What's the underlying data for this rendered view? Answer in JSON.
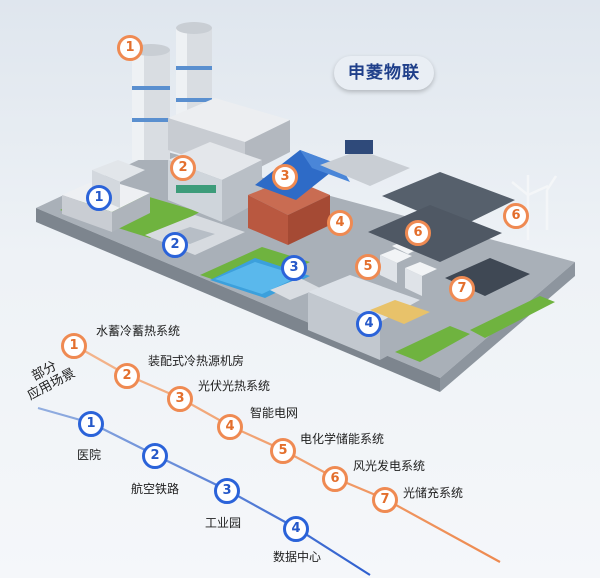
{
  "brand": "申菱物联",
  "side_label": [
    "部分",
    "应用场景"
  ],
  "systems": [
    {
      "n": "1",
      "label": "水蓄冷蓄热系统"
    },
    {
      "n": "2",
      "label": "装配式冷热源机房"
    },
    {
      "n": "3",
      "label": "光伏光热系统"
    },
    {
      "n": "4",
      "label": "智能电网"
    },
    {
      "n": "5",
      "label": "电化学储能系统"
    },
    {
      "n": "6",
      "label": "风光发电系统"
    },
    {
      "n": "7",
      "label": "光储充系统"
    }
  ],
  "scenarios": [
    {
      "n": "1",
      "label": "医院"
    },
    {
      "n": "2",
      "label": "航空铁路"
    },
    {
      "n": "3",
      "label": "工业园"
    },
    {
      "n": "4",
      "label": "数据中心"
    }
  ],
  "colors": {
    "system": "#ef8a52",
    "scenario": "#2b63d9",
    "brand_text": "#1f3f8a"
  }
}
